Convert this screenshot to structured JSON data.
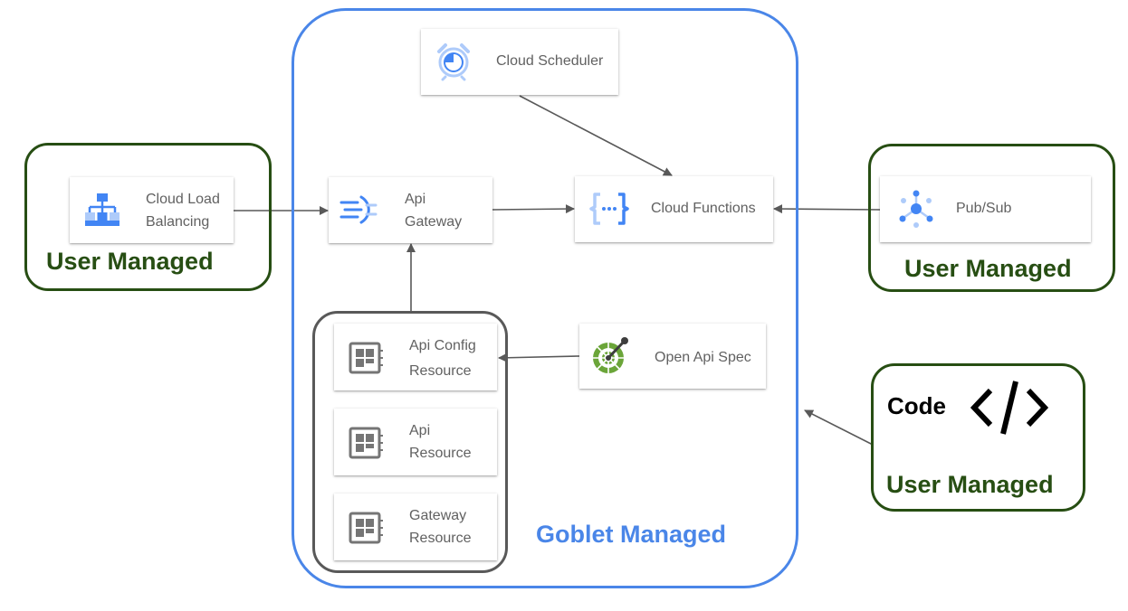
{
  "groups": {
    "user_left": "User Managed",
    "user_right": "User Managed",
    "user_code": "User Managed",
    "goblet": "Goblet Managed"
  },
  "nodes": {
    "cloud_scheduler": "Cloud Scheduler",
    "cloud_load_balancing": [
      "Cloud Load",
      "Balancing"
    ],
    "api_gateway": [
      "Api",
      "Gateway"
    ],
    "cloud_functions": "Cloud Functions",
    "pubsub": "Pub/Sub",
    "api_config_resource": [
      "Api Config",
      "Resource"
    ],
    "open_api_spec": "Open Api Spec",
    "api_resource": [
      "Api",
      "Resource"
    ],
    "gateway_resource": [
      "Gateway",
      "Resource"
    ]
  },
  "code": {
    "label": "Code"
  },
  "colors": {
    "user_managed": "#274e13",
    "goblet_managed": "#4a86e8",
    "api_group_border": "#595959",
    "gcp_blue": "#4285f4",
    "gcp_light_blue": "#aecbfa",
    "resource_gray": "#616161",
    "openapi_green": "#6ba539",
    "arrow": "#595959"
  },
  "icons": {
    "cloud_scheduler": "alarm-clock-icon",
    "cloud_load_balancing": "load-balancer-icon",
    "api_gateway": "api-gateway-icon",
    "cloud_functions": "cloud-functions-icon",
    "pubsub": "pubsub-icon",
    "resource": "chip-icon",
    "open_api_spec": "openapi-icon",
    "code": "code-brackets-icon"
  }
}
